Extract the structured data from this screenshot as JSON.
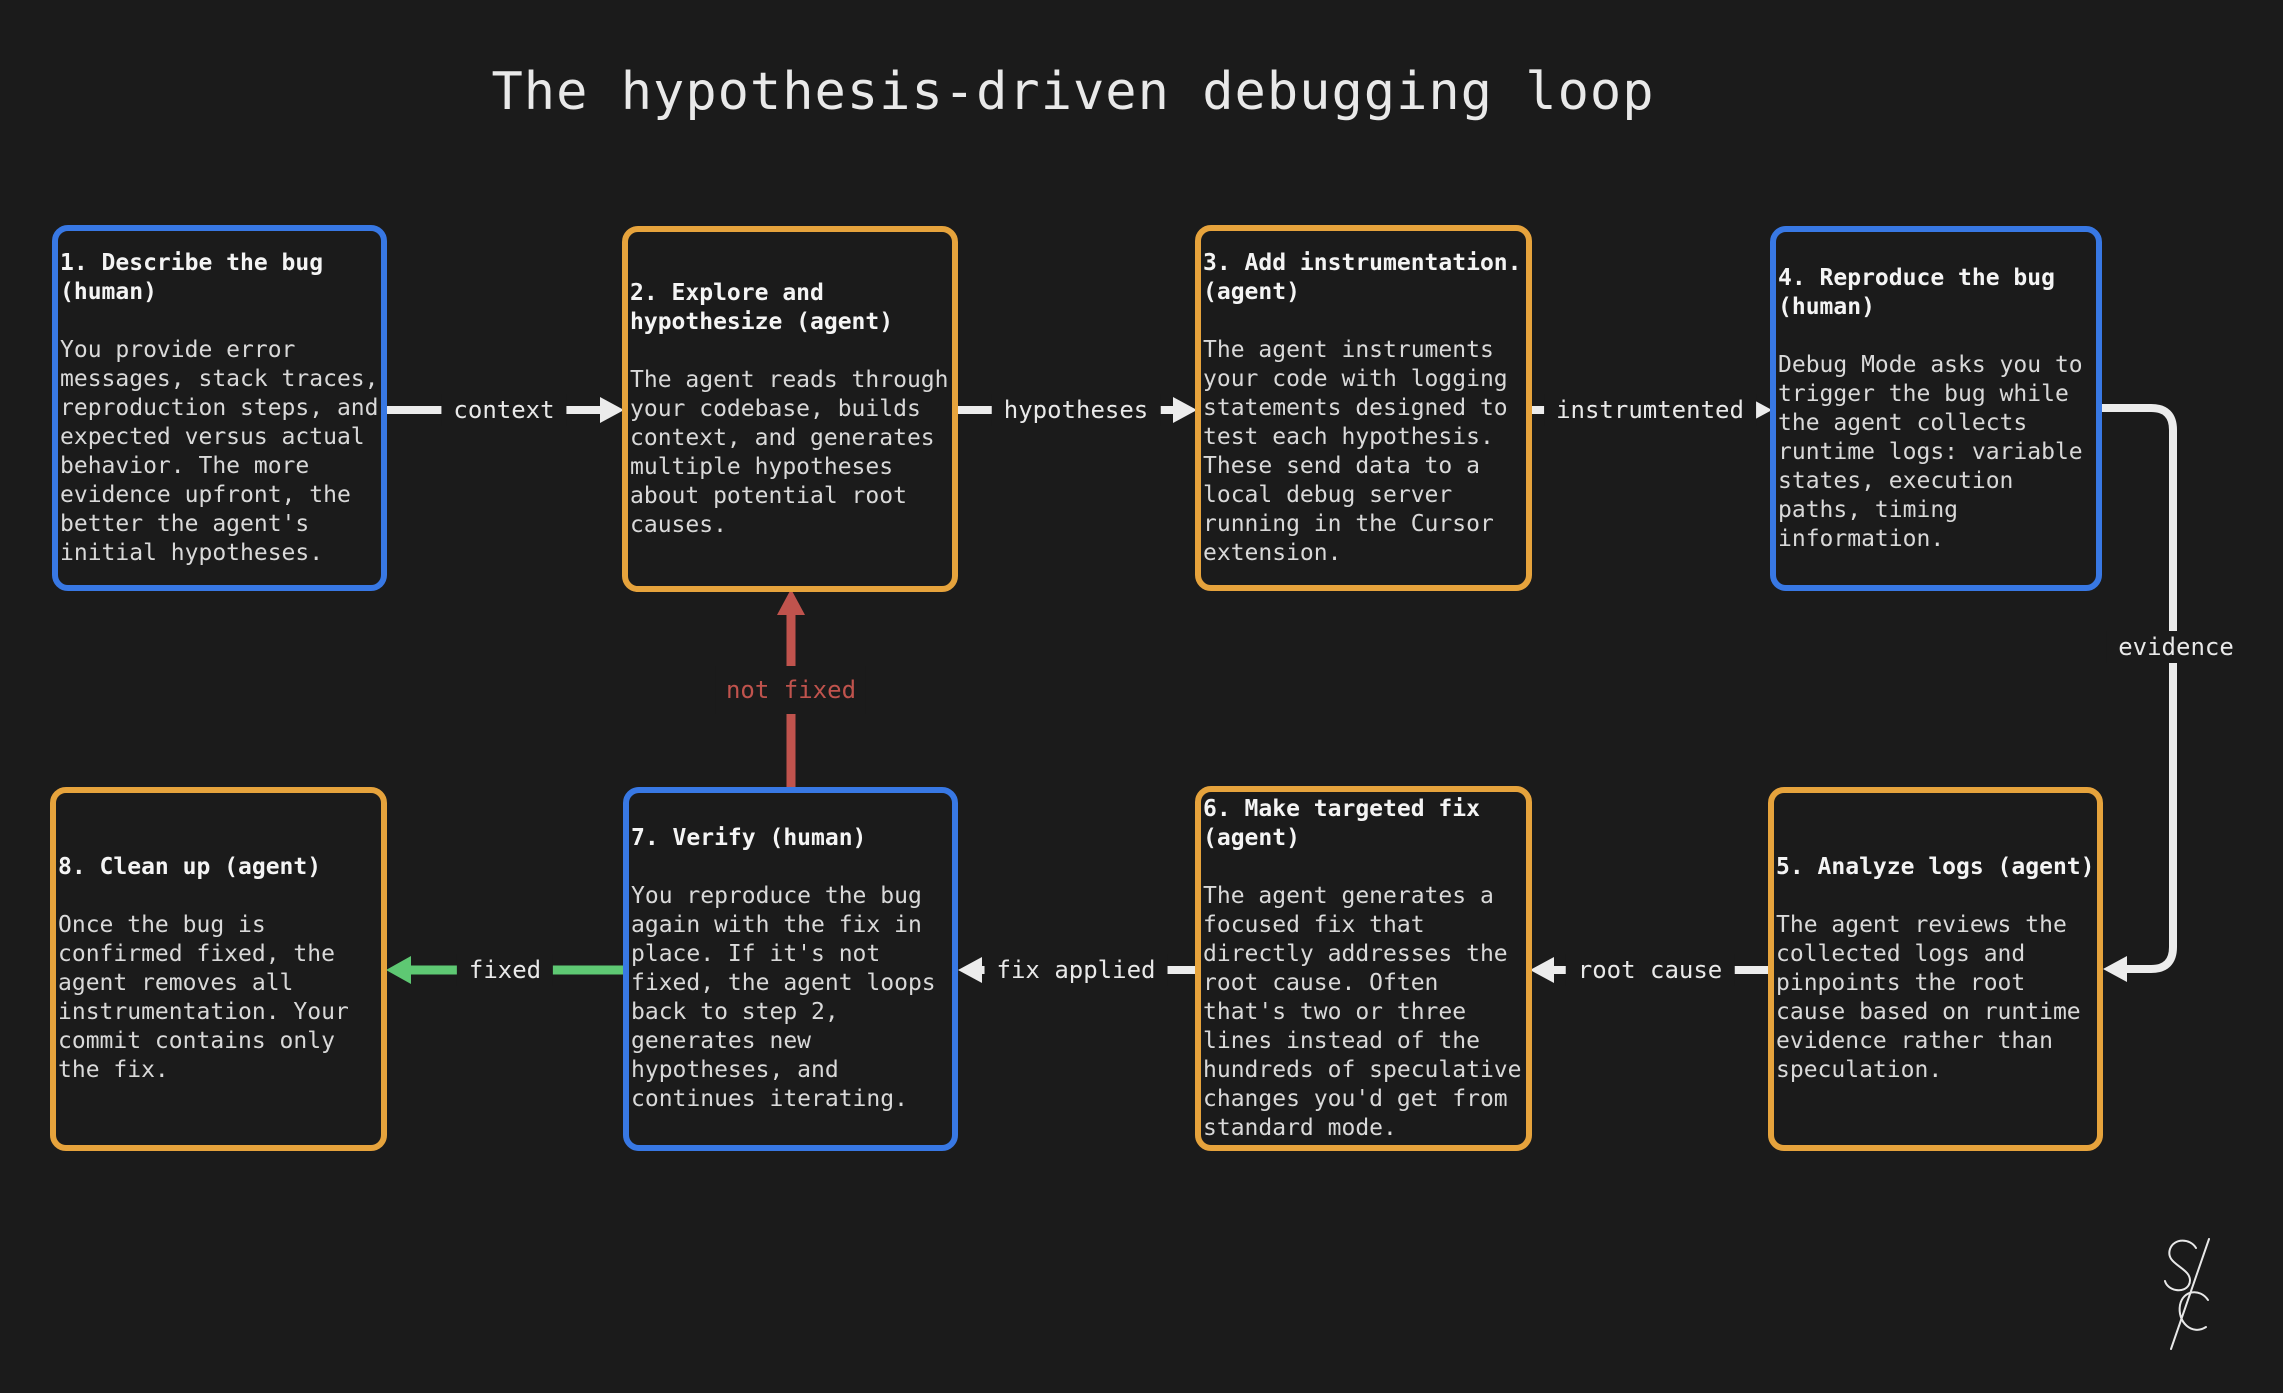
{
  "title": "The hypothesis-driven debugging loop",
  "colors": {
    "background": "#1B1B1B",
    "human_box_border": "#3878E4",
    "agent_box_border": "#E6A33C",
    "arrow_white": "#ECECEC",
    "arrow_green": "#5EC873",
    "arrow_red": "#C0534D",
    "heading_text": "#F4F4F4",
    "body_text": "#D9D9D9"
  },
  "steps": [
    {
      "accent": "blue",
      "heading": "1. Describe the bug\n(human)",
      "body": "You provide error\nmessages, stack traces,\nreproduction steps, and\nexpected versus actual\nbehavior. The more\nevidence upfront, the\nbetter the agent's\ninitial hypotheses."
    },
    {
      "accent": "orange",
      "heading": "2. Explore and\nhypothesize (agent)",
      "body": "The agent reads through\nyour codebase, builds\ncontext, and generates\nmultiple hypotheses\nabout potential root\ncauses."
    },
    {
      "accent": "orange",
      "heading": "3. Add instrumentation.\n(agent)",
      "body": "The agent instruments\nyour code with logging\nstatements designed to\ntest each hypothesis.\nThese send data to a\nlocal debug server\nrunning in the Cursor\nextension."
    },
    {
      "accent": "blue",
      "heading": "4. Reproduce the bug\n(human)",
      "body": "Debug Mode asks you to\ntrigger the bug while\nthe agent collects\nruntime logs: variable\nstates, execution\npaths, timing\ninformation."
    },
    {
      "accent": "orange",
      "heading": "5. Analyze logs (agent)",
      "body": "The agent reviews the\ncollected logs and\npinpoints the root\ncause based on runtime\nevidence rather than\nspeculation."
    },
    {
      "accent": "orange",
      "heading": "6. Make targeted fix\n(agent)",
      "body": "The agent generates a\nfocused fix that\ndirectly addresses the\nroot cause. Often\nthat's two or three\nlines instead of the\nhundreds of speculative\nchanges you'd get from\nstandard mode."
    },
    {
      "accent": "blue",
      "heading": "7. Verify (human)",
      "body": "You reproduce the bug\nagain with the fix in\nplace. If it's not\nfixed, the agent loops\nback to step 2,\ngenerates new\nhypotheses, and\ncontinues iterating."
    },
    {
      "accent": "orange",
      "heading": "8. Clean up (agent)",
      "body": "Once the bug is\nconfirmed fixed, the\nagent removes all\ninstrumentation. Your\ncommit contains only\nthe fix."
    }
  ],
  "connectors": {
    "context": "context",
    "hypotheses": "hypotheses",
    "instrumented": "instrumtented",
    "evidence": "evidence",
    "root_cause": "root cause",
    "fix_applied": "fix applied",
    "fixed": "fixed",
    "not_fixed": "not fixed"
  },
  "footer": {
    "logo_icon": "sc-monogram"
  }
}
